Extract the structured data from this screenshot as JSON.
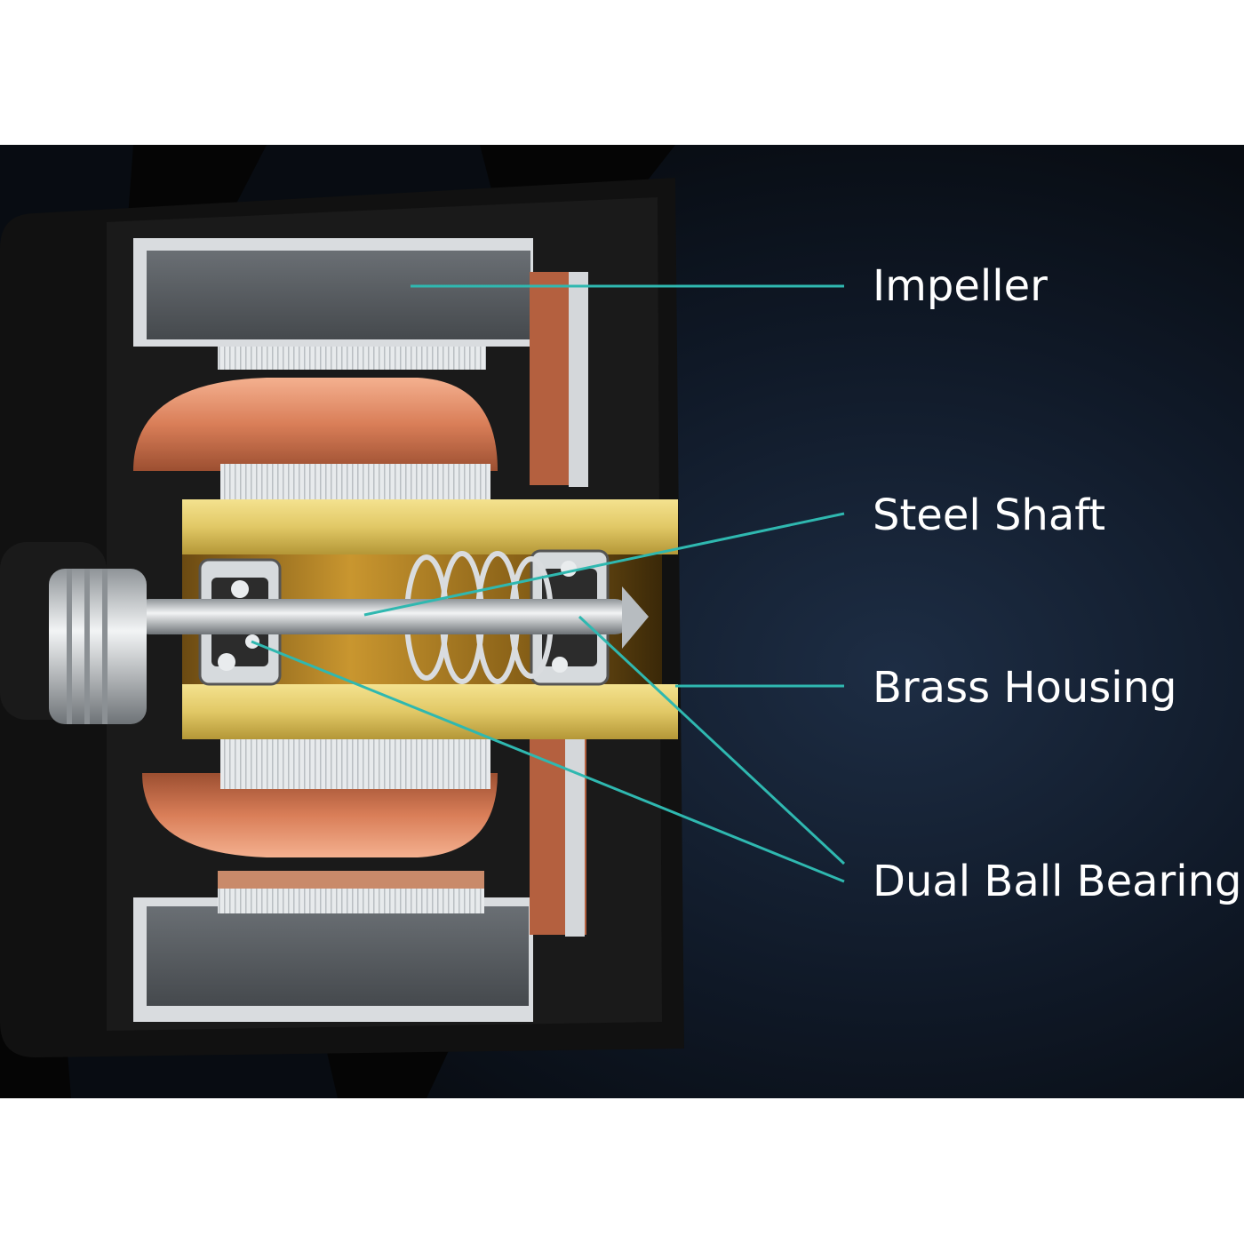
{
  "labels": {
    "impeller": "Impeller",
    "steel_shaft": "Steel Shaft",
    "brass_housing": "Brass Housing",
    "dual_ball_bearing": "Dual Ball Bearing"
  },
  "colors": {
    "background_top": "#ffffff",
    "panel_dark": "#0c1420",
    "panel_glow": "#1b2a3f",
    "leader_line": "#2fb8b0",
    "label_text": "#ffffff",
    "copper": "#d9825e",
    "brass": "#e3cc6f",
    "laminate": "#dfe3e6",
    "magnet": "#555a60",
    "frame": "#121212",
    "steel": "#cfd3d6"
  },
  "icons": {
    "cutaway": "fan-motor-cutaway-illustration"
  }
}
